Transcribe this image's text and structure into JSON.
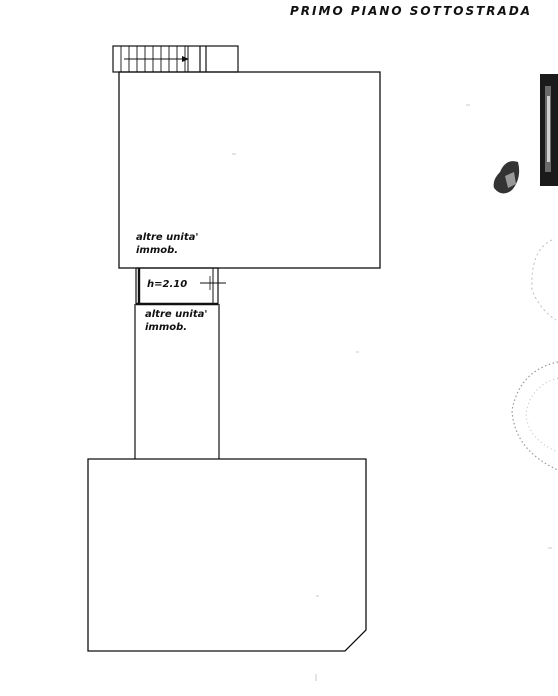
{
  "title": "PRIMO PIANO SOTTOSTRADA",
  "labels": {
    "upper_unit": [
      "altre unita'",
      "immob."
    ],
    "height": "h=2.10",
    "lower_unit": [
      "altre unita'",
      "immob."
    ]
  },
  "colors": {
    "ink": "#111111",
    "paper": "#ffffff",
    "stamp": "#555555"
  }
}
